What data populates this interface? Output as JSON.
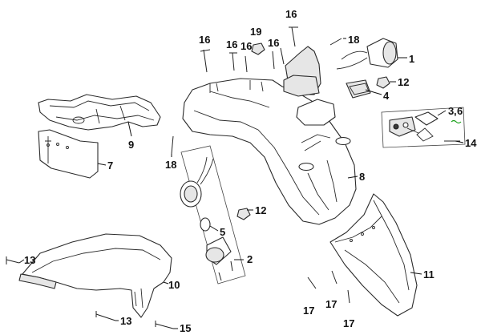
{
  "callouts": {
    "c1": "1",
    "c2": "2",
    "c3": "3",
    "c3sep": ",",
    "c3b": "6",
    "c4": "4",
    "c5": "5",
    "c7": "7",
    "c8": "8",
    "c9": "9",
    "c10": "10",
    "c11": "11",
    "c12a": "12",
    "c12b": "12",
    "c13a": "13",
    "c13b": "13",
    "c14": "14",
    "c15": "15",
    "c16a": "16",
    "c16b": "16",
    "c16c": "16",
    "c16d": "16",
    "c16e": "16",
    "c17a": "17",
    "c17b": "17",
    "c17c": "17",
    "c18a": "18",
    "c18b": "18",
    "c19": "19"
  },
  "colors": {
    "line": "#2a2a2a",
    "highlight": "#18a018"
  }
}
